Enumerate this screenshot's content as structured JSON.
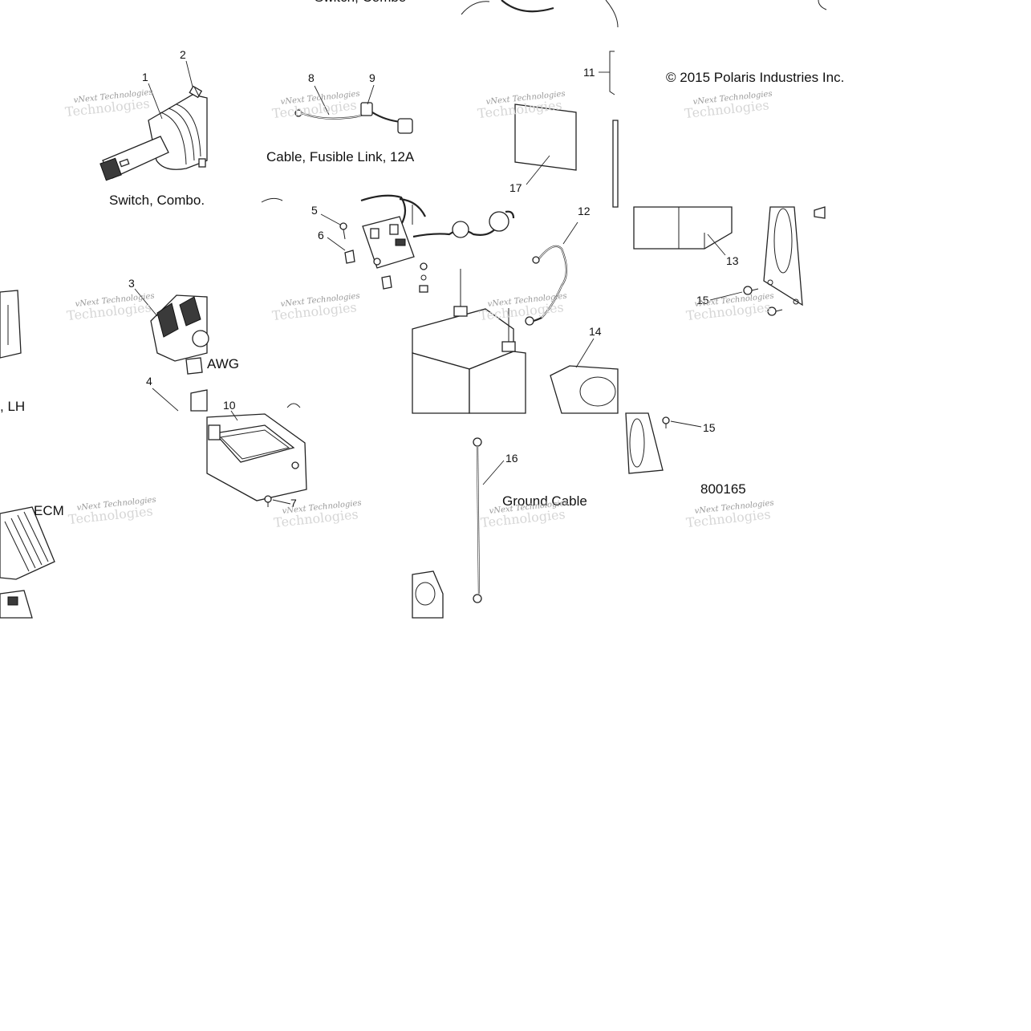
{
  "copyright": "© 2015 Polaris Industries Inc.",
  "diagram_id": "800165",
  "captions": {
    "switch_combo": "Switch, Combo.",
    "fusible_link": "Cable, Fusible Link, 12A",
    "awg": "AWG",
    "lh": ", LH",
    "ecm": "ECM",
    "ground_cable": "Ground Cable"
  },
  "callouts": [
    "1",
    "2",
    "3",
    "4",
    "5",
    "6",
    "7",
    "8",
    "9",
    "10",
    "11",
    "12",
    "13",
    "14",
    "15",
    "15",
    "16",
    "17"
  ],
  "watermark": {
    "line1": "vNext Technologies",
    "line2": "Technologies"
  },
  "icons": {
    "switch": "combo-switch-icon",
    "ecm": "ecm-module-icon",
    "battery": "battery-icon",
    "fusible_link": "fusible-link-cable-icon",
    "ground_cable": "ground-cable-icon"
  }
}
